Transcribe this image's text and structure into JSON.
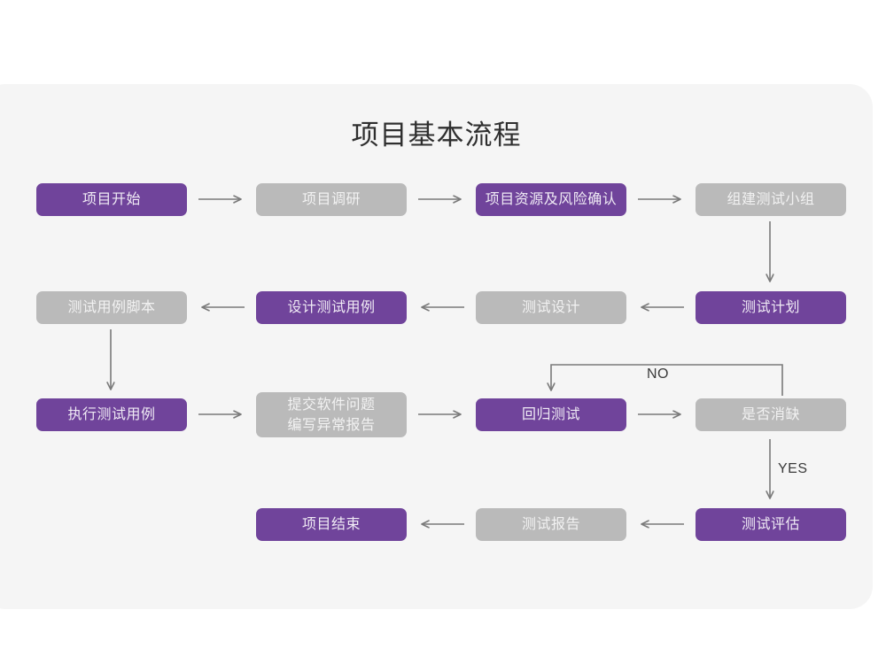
{
  "card": {
    "background": "#f5f5f5",
    "title": "项目基本流程"
  },
  "colors": {
    "purple": "#70449b",
    "gray": "#bababa",
    "purple_text": "#f0ebf5",
    "gray_text": "#f2f2f2",
    "arrow": "#7a7a7a",
    "title_text": "#2f2f2f",
    "page_background": "#ffffff"
  },
  "nodes": [
    {
      "id": "n1",
      "label": "项目开始",
      "style": "purple",
      "row": 1,
      "col": 1
    },
    {
      "id": "n2",
      "label": "项目调研",
      "style": "gray",
      "row": 1,
      "col": 2
    },
    {
      "id": "n3",
      "label": "项目资源及风险确认",
      "style": "purple",
      "row": 1,
      "col": 3
    },
    {
      "id": "n4",
      "label": "组建测试小组",
      "style": "gray",
      "row": 1,
      "col": 4
    },
    {
      "id": "n5",
      "label": "测试用例脚本",
      "style": "gray",
      "row": 2,
      "col": 1
    },
    {
      "id": "n6",
      "label": "设计测试用例",
      "style": "purple",
      "row": 2,
      "col": 2
    },
    {
      "id": "n7",
      "label": "测试设计",
      "style": "gray",
      "row": 2,
      "col": 3
    },
    {
      "id": "n8",
      "label": "测试计划",
      "style": "purple",
      "row": 2,
      "col": 4
    },
    {
      "id": "n9",
      "label": "执行测试用例",
      "style": "purple",
      "row": 3,
      "col": 1
    },
    {
      "id": "n10",
      "label": "提交软件问题\n编写异常报告",
      "style": "gray",
      "row": 3,
      "col": 2
    },
    {
      "id": "n11",
      "label": "回归测试",
      "style": "purple",
      "row": 3,
      "col": 3
    },
    {
      "id": "n12",
      "label": "是否消缺",
      "style": "gray",
      "row": 3,
      "col": 4
    },
    {
      "id": "n13",
      "label": "项目结束",
      "style": "purple",
      "row": 4,
      "col": 2
    },
    {
      "id": "n14",
      "label": "测试报告",
      "style": "gray",
      "row": 4,
      "col": 3
    },
    {
      "id": "n15",
      "label": "测试评估",
      "style": "purple",
      "row": 4,
      "col": 4
    }
  ],
  "edge_labels": {
    "no": "NO",
    "yes": "YES"
  },
  "edges": [
    {
      "from": "n1",
      "to": "n2",
      "dir": "right"
    },
    {
      "from": "n2",
      "to": "n3",
      "dir": "right"
    },
    {
      "from": "n3",
      "to": "n4",
      "dir": "right"
    },
    {
      "from": "n4",
      "to": "n8",
      "dir": "down"
    },
    {
      "from": "n8",
      "to": "n7",
      "dir": "left"
    },
    {
      "from": "n7",
      "to": "n6",
      "dir": "left"
    },
    {
      "from": "n6",
      "to": "n5",
      "dir": "left"
    },
    {
      "from": "n5",
      "to": "n9",
      "dir": "down"
    },
    {
      "from": "n9",
      "to": "n10",
      "dir": "right"
    },
    {
      "from": "n10",
      "to": "n11",
      "dir": "right"
    },
    {
      "from": "n11",
      "to": "n12",
      "dir": "right"
    },
    {
      "from": "n12",
      "to": "n11",
      "dir": "loop-up",
      "label": "NO"
    },
    {
      "from": "n12",
      "to": "n15",
      "dir": "down",
      "label": "YES"
    },
    {
      "from": "n15",
      "to": "n14",
      "dir": "left"
    },
    {
      "from": "n14",
      "to": "n13",
      "dir": "left"
    }
  ]
}
